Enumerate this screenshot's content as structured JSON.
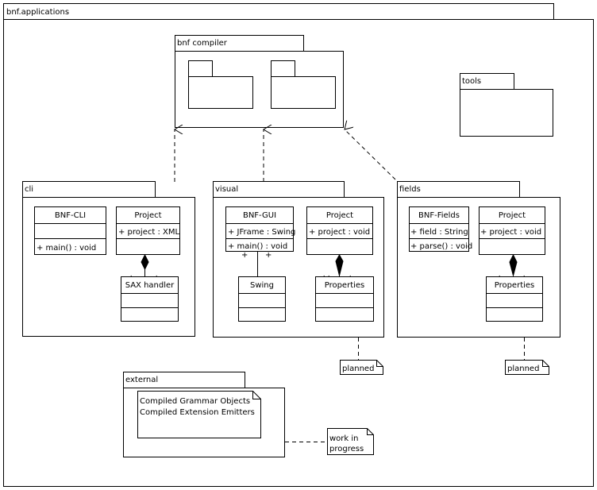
{
  "root_package": "bnf.applications",
  "packages": {
    "bnf_compiler": "bnf compiler",
    "tools": "tools",
    "cli": "cli",
    "visual": "visual",
    "fields": "fields",
    "external": "external"
  },
  "cli": {
    "bnf_cli": {
      "name": "BNF-CLI",
      "operations": [
        "+ main() : void"
      ]
    },
    "project": {
      "name": "Project",
      "attributes": [
        "+ project : XML"
      ]
    },
    "sax_handler": {
      "name": "SAX handler"
    }
  },
  "visual": {
    "bnf_gui": {
      "name": "BNF-GUI",
      "attributes": [
        "+ JFrame : Swing"
      ],
      "operations": [
        "+ main() : void"
      ]
    },
    "project": {
      "name": "Project",
      "attributes": [
        "+ project : void"
      ]
    },
    "swing": {
      "name": "Swing"
    },
    "properties": {
      "name": "Properties"
    }
  },
  "fields": {
    "bnf_fields": {
      "name": "BNF-Fields",
      "attributes": [
        "+ field : String"
      ],
      "operations": [
        "+ parse() : void"
      ]
    },
    "project": {
      "name": "Project",
      "attributes": [
        "+ project : void"
      ]
    },
    "properties": {
      "name": "Properties"
    }
  },
  "external": {
    "lines": [
      "Compiled Grammar Objects",
      "Compiled Extension Emitters"
    ]
  },
  "notes": {
    "visual_note": "planned",
    "fields_note": "planned",
    "external_note": [
      "work in",
      "progress"
    ]
  },
  "multiplicity_marks": "+"
}
